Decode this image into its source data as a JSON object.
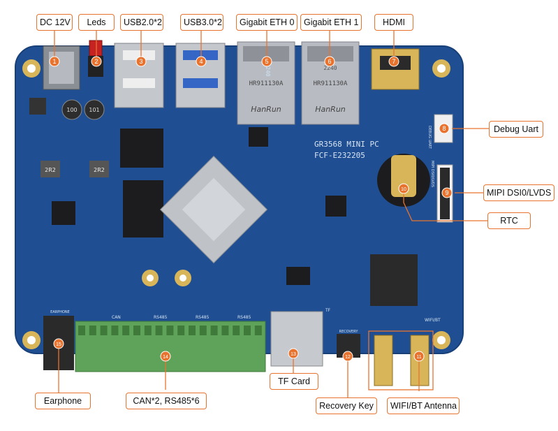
{
  "board": {
    "model_silk": "GR3568 MINI PC",
    "code_silk": "FCF-E232205",
    "colors": {
      "pcb": "#1f4f92",
      "pcb_edge": "#173f78",
      "callout": "#e8732e",
      "terminal": "#5fa35a",
      "gold": "#d9b55a",
      "chip": "#1c1c1e"
    }
  },
  "callouts": [
    {
      "id": "dc",
      "number": "1",
      "label": "DC 12V"
    },
    {
      "id": "leds",
      "number": "2",
      "label": "Leds"
    },
    {
      "id": "usb2",
      "number": "3",
      "label": "USB2.0*2"
    },
    {
      "id": "usb3",
      "number": "4",
      "label": "USB3.0*2"
    },
    {
      "id": "eth0",
      "number": "5",
      "label": "Gigabit ETH 0"
    },
    {
      "id": "eth1",
      "number": "6",
      "label": "Gigabit ETH 1"
    },
    {
      "id": "hdmi",
      "number": "7",
      "label": "HDMI"
    },
    {
      "id": "debug",
      "number": "8",
      "label": "Debug Uart"
    },
    {
      "id": "mipi",
      "number": "9",
      "label": "MIPI DSI0/LVDS"
    },
    {
      "id": "rtc",
      "number": "10",
      "label": "RTC"
    },
    {
      "id": "wifi",
      "number": "11",
      "label": "WIFI/BT Antenna"
    },
    {
      "id": "recovery",
      "number": "12",
      "label": "Recovery Key"
    },
    {
      "id": "tf",
      "number": "13",
      "label": "TF Card"
    },
    {
      "id": "can",
      "number": "14",
      "label": "CAN*2, RS485*6"
    },
    {
      "id": "earphone",
      "number": "15",
      "label": "Earphone"
    }
  ],
  "silkscreen": {
    "eth_brand": "HanRun",
    "eth_part": "HR911130A",
    "eth_date": "2240",
    "cap_100": "100",
    "cap_101": "101",
    "inductor": "2R2",
    "earphone": "EARPHONE",
    "can": "CAN",
    "rs485": "RS485",
    "tf": "TF",
    "recovery": "RECOVERY",
    "wifi_bt": "WIFI/BT",
    "debug": "DEBUG UART",
    "mipi": "MIPI DSI0/LVDS"
  }
}
